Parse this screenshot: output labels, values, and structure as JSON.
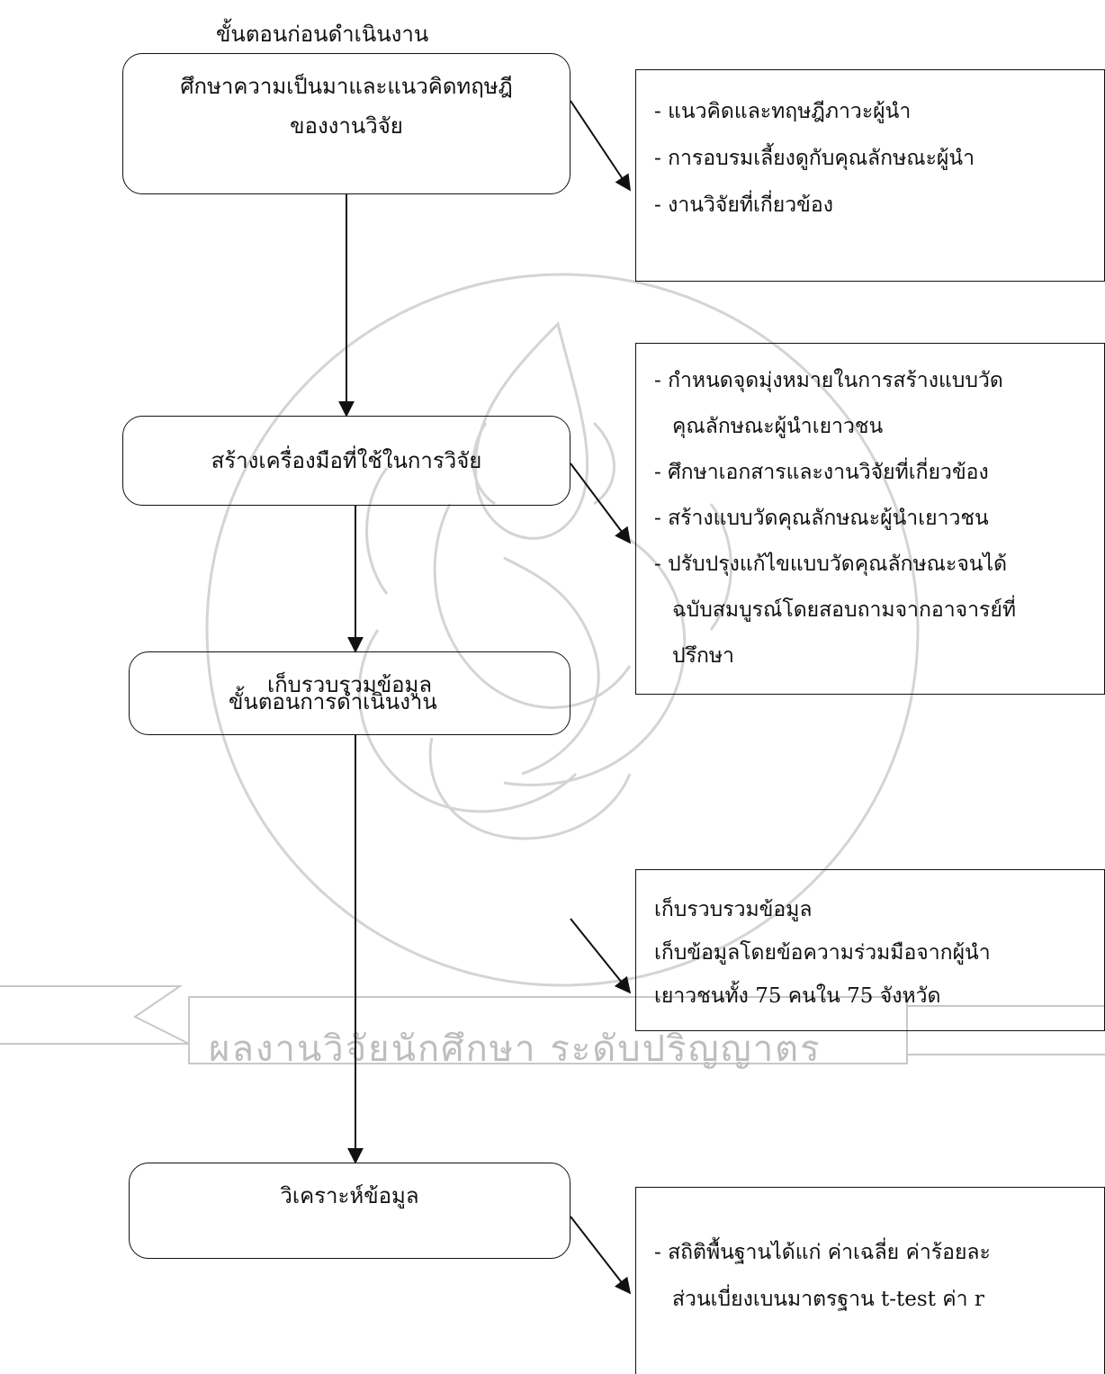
{
  "stages": {
    "before": "ขั้นตอนก่อนดำเนินงาน",
    "during": "ขั้นตอนการดำเนินงาน"
  },
  "steps": [
    {
      "lines": [
        "ศึกษาความเป็นมาและแนวคิดทฤษฎี",
        "ของงานวิจัย"
      ]
    },
    {
      "lines": [
        "สร้างเครื่องมือที่ใช้ในการวิจัย"
      ]
    },
    {
      "lines": [
        "เก็บรวบรวมข้อมูล"
      ]
    },
    {
      "lines": [
        "วิเคราะห์ข้อมูล"
      ]
    }
  ],
  "notes": [
    {
      "lines": [
        "- แนวคิดและทฤษฎีภาวะผู้นำ",
        "- การอบรมเลี้ยงดูกับคุณลักษณะผู้นำ",
        "- งานวิจัยที่เกี่ยวข้อง"
      ]
    },
    {
      "lines": [
        "- กำหนดจุดมุ่งหมายในการสร้างแบบวัด",
        "คุณลักษณะผู้นำเยาวชน",
        "- ศึกษาเอกสารและงานวิจัยที่เกี่ยวข้อง",
        "- สร้างแบบวัดคุณลักษณะผู้นำเยาวชน",
        "- ปรับปรุงแก้ไขแบบวัดคุณลักษณะจนได้",
        "ฉบับสมบูรณ์โดยสอบถามจากอาจารย์ที่",
        "ปรึกษา"
      ]
    },
    {
      "lines": [
        "เก็บรวบรวมข้อมูล",
        "เก็บข้อมูลโดยข้อความร่วมมือจากผู้นำ",
        "เยาวชนทั้ง 75 คนใน 75 จังหวัด"
      ]
    },
    {
      "lines": [
        "- สถิติพื้นฐานได้แก่ ค่าเฉลี่ย ค่าร้อยละ",
        "ส่วนเบี่ยงเบนมาตรฐาน t-test  ค่า r"
      ]
    }
  ],
  "watermark": {
    "text": "ผลงานวิจัยนักศึกษา ระดับปริญญาตร",
    "color": "#bdbdbd"
  }
}
